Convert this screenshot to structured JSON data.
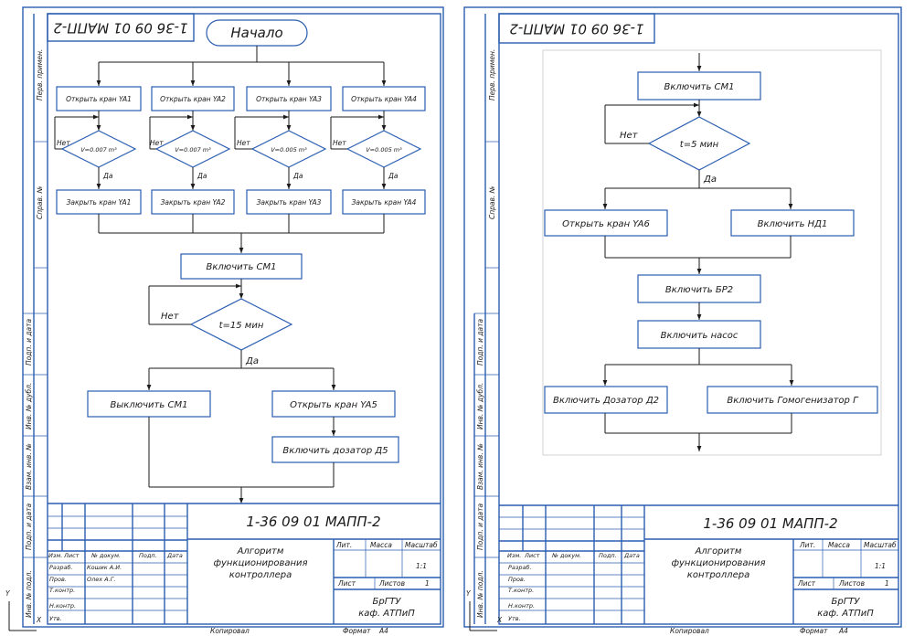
{
  "doc_code": "1-36 09 01 МАПП-2",
  "side_labels": [
    "Перв. примен.",
    "Справ. №",
    "Подп. и дата",
    "Инв. № дубл.",
    "Взам. инв. №",
    "Подп. и дата",
    "Инв. № подл."
  ],
  "stamp": {
    "rows": [
      "Изм.",
      "Лист",
      "№ докум.",
      "Подп.",
      "Дата"
    ],
    "razrab": "Разраб.",
    "razrab_name": "Кошик А.И.",
    "prov": "Пров.",
    "prov_name": "Олех А.Г.",
    "tkontr": "Т.контр.",
    "nkontr": "Н.контр.",
    "utv": "Утв.",
    "title": [
      "Алгоритм",
      "функционирования",
      "контроллера"
    ],
    "lit": "Лит.",
    "massa": "Масса",
    "masshtab": "Масштаб",
    "scale": "1:1",
    "list": "Лист",
    "listov": "Листов",
    "listov_val": "1",
    "org": [
      "БрГТУ",
      "каф. АТПиП"
    ],
    "kopiroval": "Копировал",
    "format": "Формат",
    "format_val": "А4"
  },
  "sheet1": {
    "start": "Начало",
    "open": [
      "Открыть кран YA1",
      "Открыть кран YA2",
      "Открыть кран YA3",
      "Открыть кран YA4"
    ],
    "cond": [
      "V=0.007 m³",
      "V=0.007 m³",
      "V=0.005 m³",
      "V=0.005 m³"
    ],
    "close": [
      "Закрыть кран YA1",
      "Закрыть кран YA2",
      "Закрыть кран YA3",
      "Закрыть кран YA4"
    ],
    "no": "Нет",
    "yes": "Да",
    "mixer": "Включить  СМ1",
    "timer": "t=15 мин",
    "off": "Выключить СМ1",
    "open5": "Открыть кран YA5",
    "dozer": "Включить дозатор Д5"
  },
  "sheet2": {
    "mixer": "Включить СМ1",
    "timer": "t=5 мин",
    "no": "Нет",
    "yes": "Да",
    "open6": "Открыть кран YA6",
    "nd": "Включить НД1",
    "br": "Включить БР2",
    "pump": "Включить насос",
    "dozer": "Включить Дозатор Д2",
    "homo": "Включить Гомогенизатор Г"
  },
  "axis": {
    "y": "Y",
    "x": "X"
  }
}
